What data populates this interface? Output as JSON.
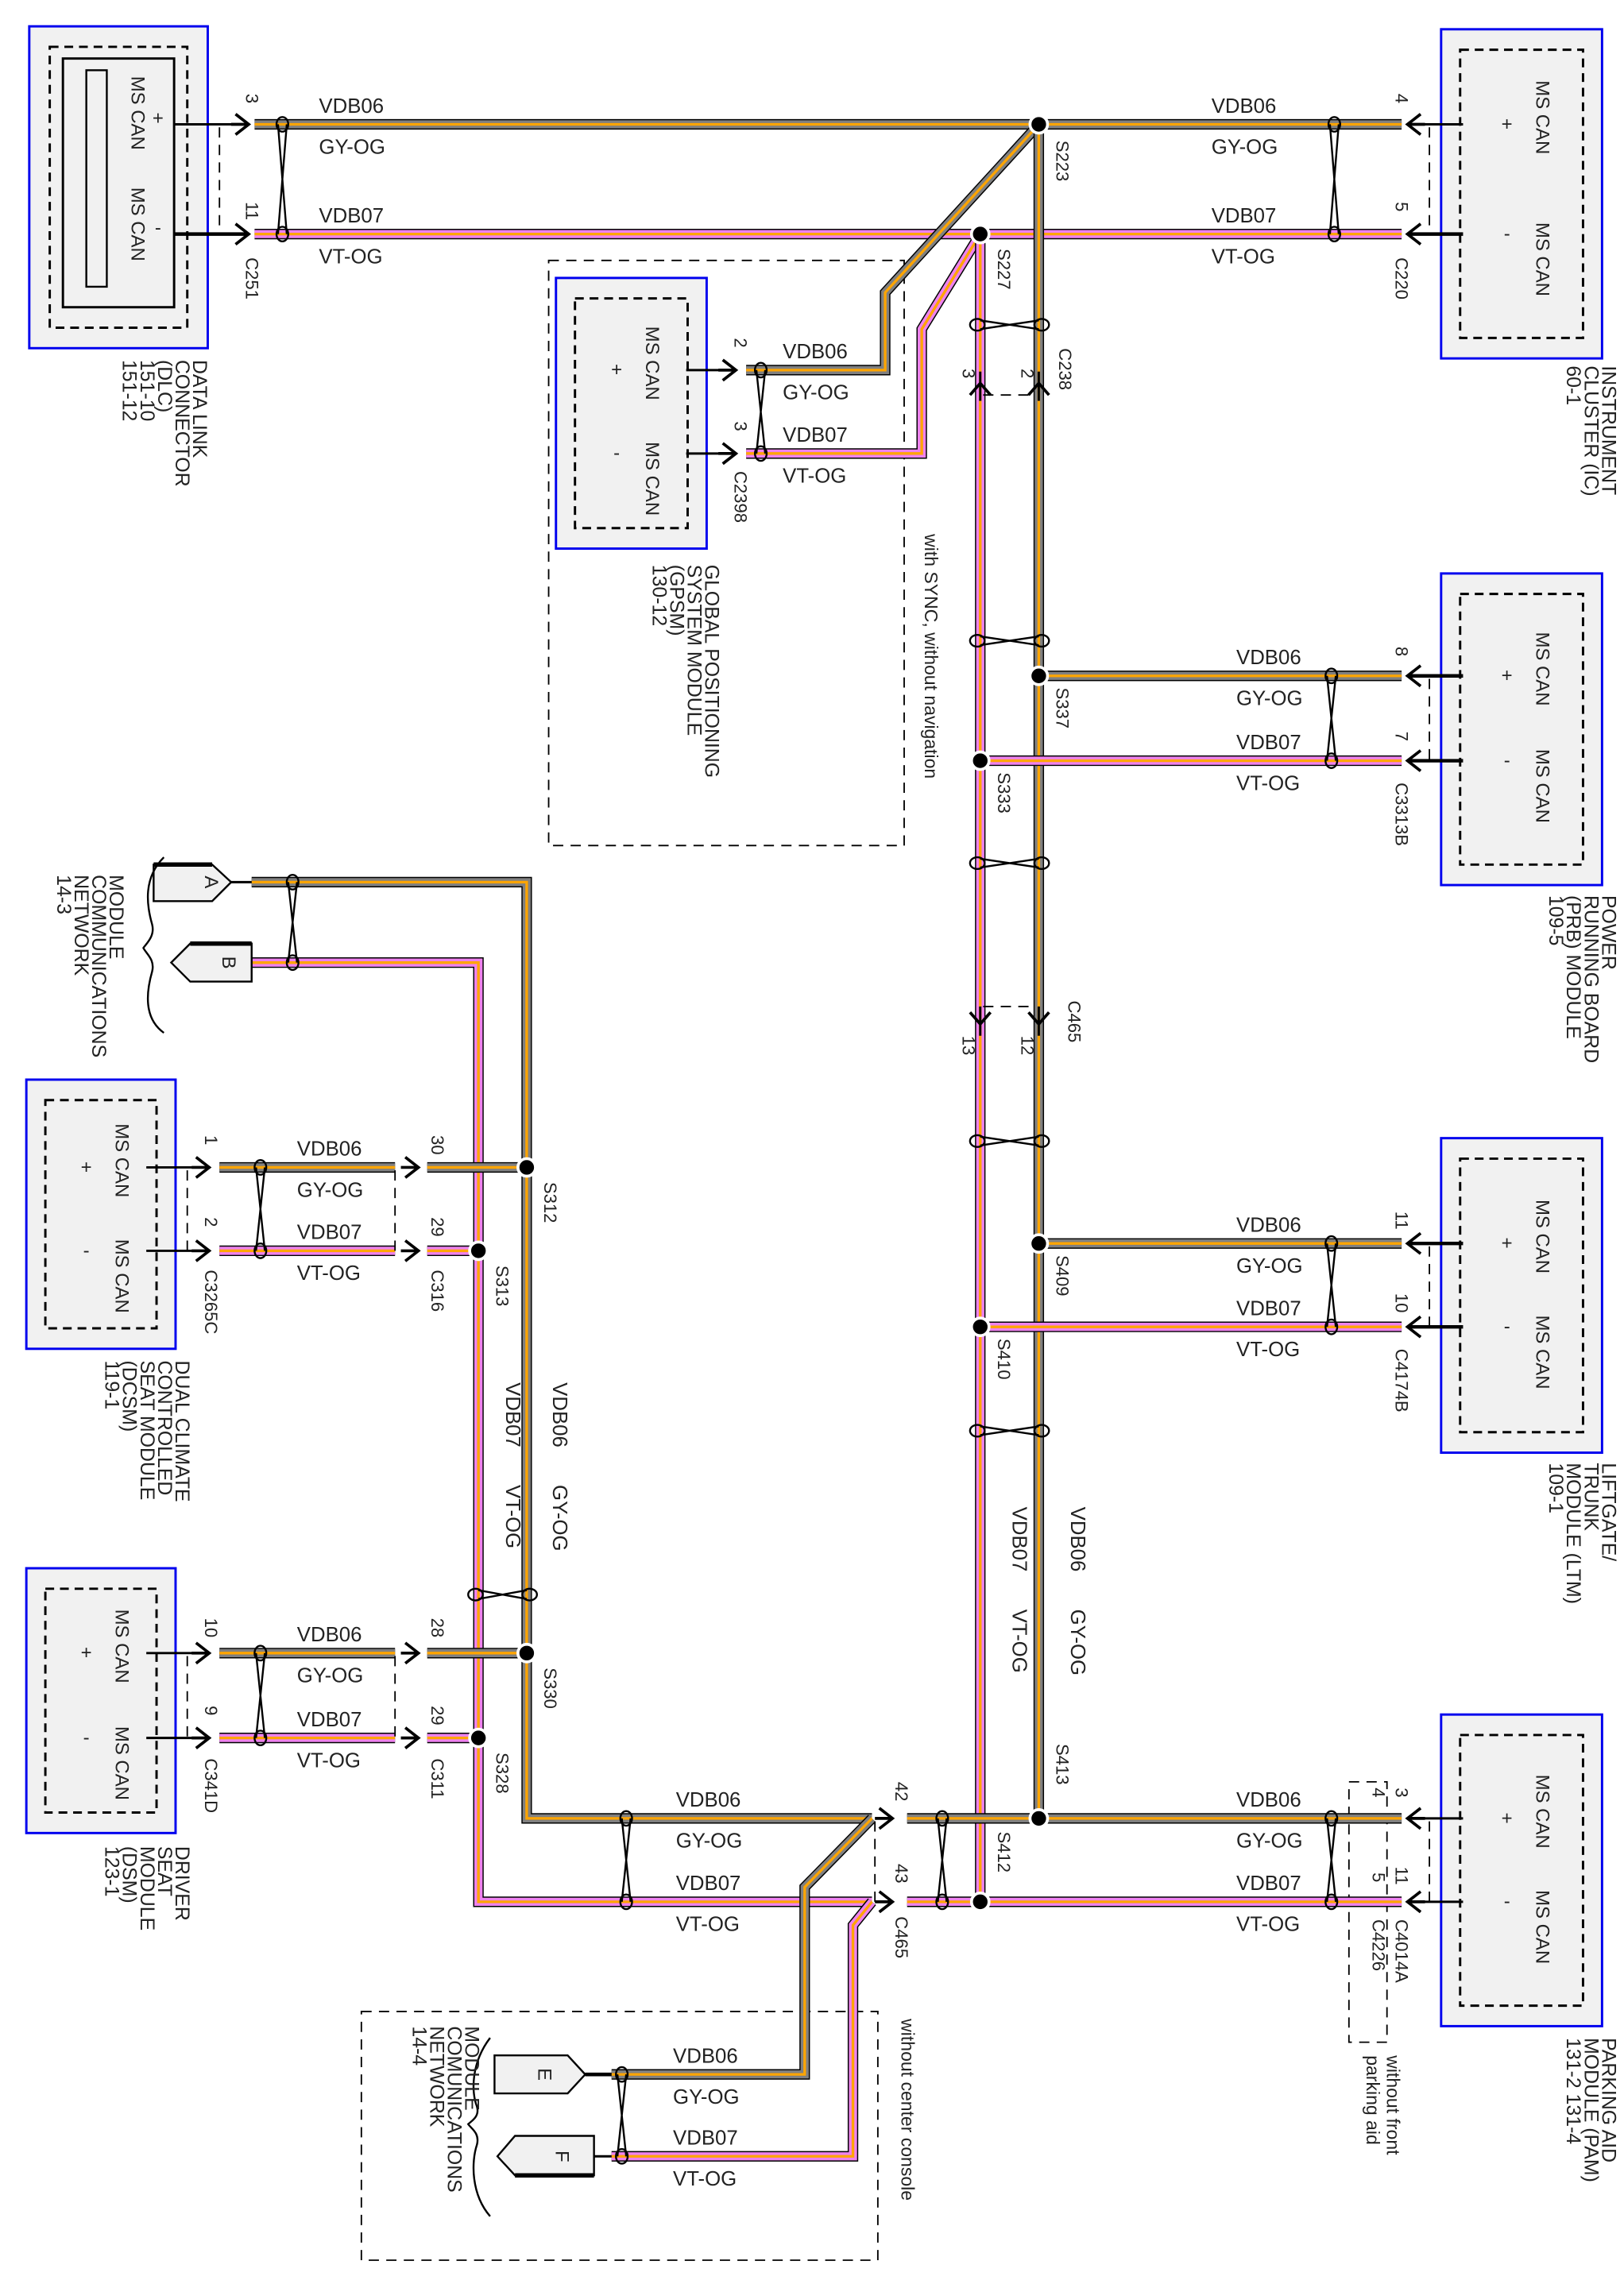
{
  "colors": {
    "module_border": "#0000ee",
    "module_fill": "#f1f1f1",
    "wire_gy": "#808080",
    "wire_og": "#ffa500",
    "wire_vt": "#ee82ee",
    "splice": "#000000"
  },
  "circuits": {
    "plus": {
      "name": "VDB06",
      "color": "GY-OG"
    },
    "minus": {
      "name": "VDB07",
      "color": "VT-OG"
    }
  },
  "modules": {
    "dlc": {
      "lines": [
        "DATA LINK",
        "CONNECTOR",
        "(DLC)",
        "151-10",
        "151-12"
      ],
      "connector": "C251",
      "pin_plus": "3",
      "pin_minus": "11",
      "signal_plus": "MS CAN",
      "signal_minus": "MS CAN",
      "sign_plus": "+",
      "sign_minus": "-"
    },
    "ic": {
      "lines": [
        "INSTRUMENT",
        "CLUSTER (IC)",
        "60-1"
      ],
      "connector": "C220",
      "pin_plus": "4",
      "pin_minus": "5",
      "signal_plus": "MS CAN",
      "signal_minus": "MS CAN",
      "sign_plus": "+",
      "sign_minus": "-"
    },
    "gpsm": {
      "lines": [
        "GLOBAL POSITIONING",
        "SYSTEM MODULE",
        "(GPSM)",
        "130-12"
      ],
      "connector": "C2398",
      "pin_plus": "2",
      "pin_minus": "3",
      "signal_plus": "MS CAN",
      "signal_minus": "MS CAN",
      "sign_plus": "+",
      "sign_minus": "-",
      "option_note": "with SYNC, without navigation"
    },
    "prb": {
      "lines": [
        "POWER",
        "RUNNING BOARD",
        "(PRB) MODULE",
        "109-5"
      ],
      "connector": "C3313B",
      "pin_plus": "8",
      "pin_minus": "7",
      "signal_plus": "MS CAN",
      "signal_minus": "MS CAN",
      "sign_plus": "+",
      "sign_minus": "-"
    },
    "ltm": {
      "lines": [
        "LIFTGATE/",
        "TRUNK",
        "MODULE (LTM)",
        "109-1"
      ],
      "connector": "C4174B",
      "pin_plus": "11",
      "pin_minus": "10",
      "signal_plus": "MS CAN",
      "signal_minus": "MS CAN",
      "sign_plus": "+",
      "sign_minus": "-"
    },
    "pam": {
      "lines": [
        "PARKING AID",
        "MODULE (PAM)",
        "131-2      131-4"
      ],
      "connector": "C4014A",
      "pin_plus": "3",
      "pin_minus": "11",
      "signal_plus": "MS CAN",
      "signal_minus": "MS CAN",
      "sign_plus": "+",
      "sign_minus": "-",
      "alt_connector": "C4226",
      "alt_pin_plus": "4",
      "alt_pin_minus": "5",
      "option_note_1": "without front",
      "option_note_2": "parking aid"
    },
    "dcsm": {
      "lines": [
        "DUAL CLIMATE",
        "CONTROLLED",
        "SEAT MODULE",
        "(DCSM)",
        "119-1"
      ],
      "connector": "C3265C",
      "pin_plus": "1",
      "pin_minus": "2",
      "inline_connector": "C316",
      "inline_pin_plus": "30",
      "inline_pin_minus": "29",
      "signal_plus": "MS CAN",
      "signal_minus": "MS CAN",
      "sign_plus": "+",
      "sign_minus": "-"
    },
    "dsm": {
      "lines": [
        "DRIVER",
        "SEAT",
        "MODULE",
        "(DSM)",
        "123-1"
      ],
      "connector": "C341D",
      "pin_plus": "10",
      "pin_minus": "9",
      "inline_connector": "C311",
      "inline_pin_plus": "28",
      "inline_pin_minus": "29",
      "signal_plus": "MS CAN",
      "signal_minus": "MS CAN",
      "sign_plus": "+",
      "sign_minus": "-"
    }
  },
  "networks": {
    "upper": {
      "lines": [
        "MODULE",
        "COMMUNICATIONS",
        "NETWORK",
        "14-3"
      ],
      "connectors": [
        "A",
        "B"
      ]
    },
    "lower": {
      "lines": [
        "MODULE",
        "COMUNICATIONS",
        "NETWORK",
        "14-4"
      ],
      "connectors": [
        "E",
        "F"
      ],
      "option_note": "without center console"
    }
  },
  "splices": [
    "S223",
    "S227",
    "S337",
    "S333",
    "S409",
    "S410",
    "S413",
    "S412",
    "S312",
    "S313",
    "S330",
    "S328"
  ],
  "inline_connectors": {
    "c238": {
      "name": "C238",
      "pin_plus": "2",
      "pin_minus": "3"
    },
    "c465_upper": {
      "name": "C465",
      "pin_plus": "12",
      "pin_minus": "13"
    },
    "c465_lower": {
      "name": "C465",
      "pin_plus": "42",
      "pin_minus": "43"
    }
  }
}
